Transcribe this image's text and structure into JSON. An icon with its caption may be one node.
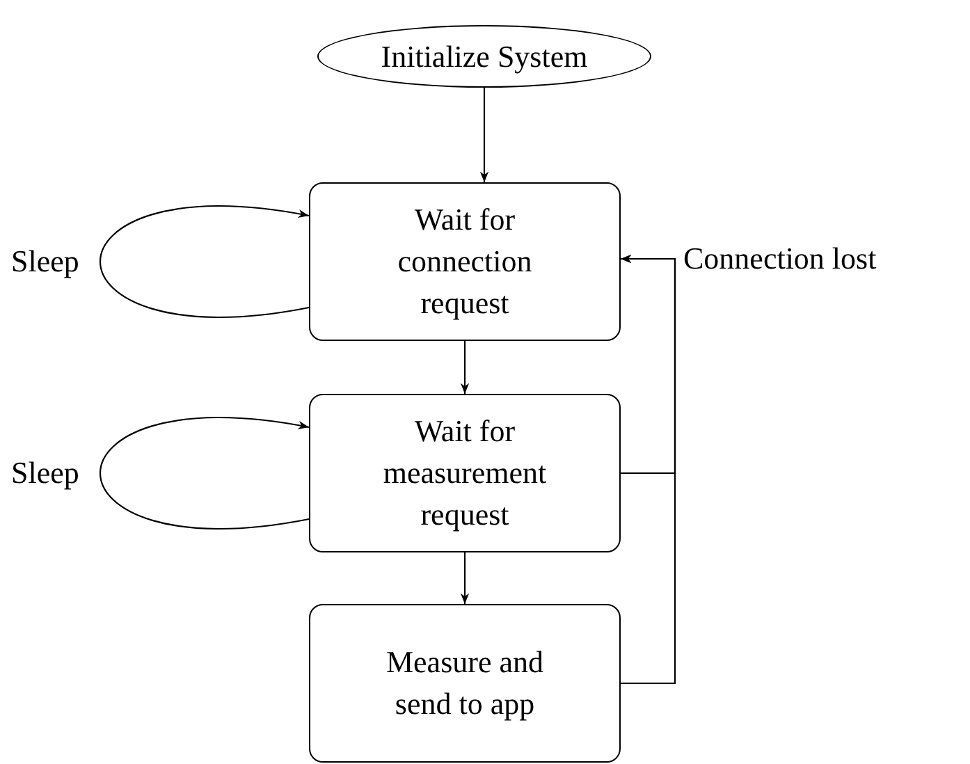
{
  "diagram": {
    "nodes": [
      {
        "text": [
          "Initialize System"
        ]
      },
      {
        "text": [
          "Wait for connection request"
        ]
      },
      {
        "text": [
          "Wait for measurement request"
        ]
      },
      {
        "text": [
          "Measure and send to app"
        ]
      }
    ],
    "edges": [
      {
        "from": 0,
        "to": 1,
        "arrow": "to"
      },
      {
        "from": 1,
        "to": 2,
        "arrow": "to"
      },
      {
        "from": 2,
        "to": 3,
        "arrow": "to"
      },
      {
        "from": 1,
        "to": 1,
        "arrow": "to",
        "label": "Sleep"
      },
      {
        "from": 2,
        "to": 2,
        "arrow": "to",
        "label": "Sleep"
      },
      {
        "from": 2,
        "to": 1,
        "arrow": "to",
        "label": "Connection lost"
      },
      {
        "from": 3,
        "to": 1,
        "arrow": "to"
      }
    ]
  }
}
